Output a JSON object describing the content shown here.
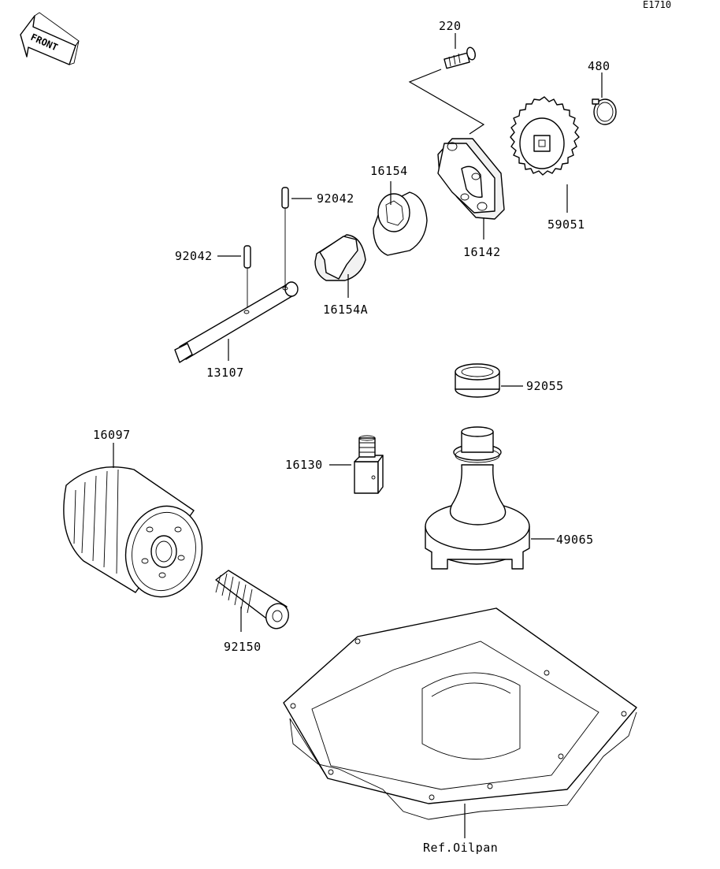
{
  "diagram_code": "E1710",
  "front_label": "FRONT",
  "parts": [
    {
      "id": "p220",
      "number": "220"
    },
    {
      "id": "p480",
      "number": "480"
    },
    {
      "id": "p59051",
      "number": "59051"
    },
    {
      "id": "p16142",
      "number": "16142"
    },
    {
      "id": "p16154",
      "number": "16154"
    },
    {
      "id": "p16154A",
      "number": "16154A"
    },
    {
      "id": "p92042a",
      "number": "92042"
    },
    {
      "id": "p92042b",
      "number": "92042"
    },
    {
      "id": "p13107",
      "number": "13107"
    },
    {
      "id": "p92055",
      "number": "92055"
    },
    {
      "id": "p16097",
      "number": "16097"
    },
    {
      "id": "p16130",
      "number": "16130"
    },
    {
      "id": "p49065",
      "number": "49065"
    },
    {
      "id": "p92150",
      "number": "92150"
    },
    {
      "id": "pOilpan",
      "number": "Ref.Oilpan"
    }
  ]
}
